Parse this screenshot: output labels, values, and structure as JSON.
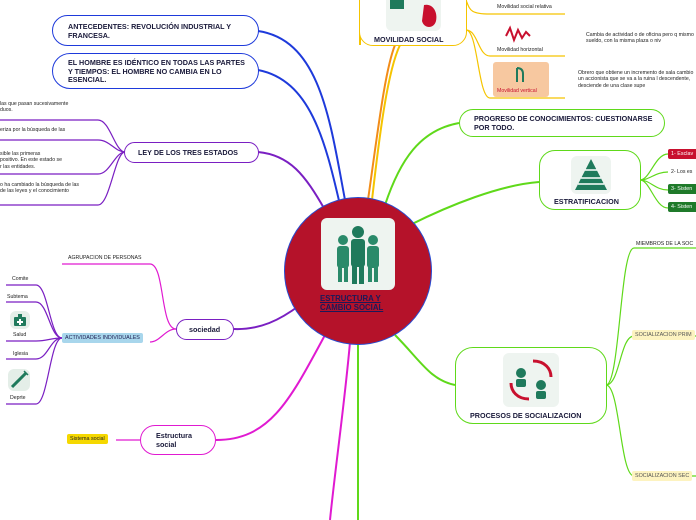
{
  "center": {
    "title": "ESTRUCTURA Y CAMBIO SOCIAL",
    "color": "#b5122a"
  },
  "left": {
    "antecedentes": "ANTECEDENTES: REVOLUCIÓN INDUSTRIAL Y FRANCESA.",
    "hombre": "EL HOMBRE ES IDÉNTICO EN TODAS LAS PARTES Y TIEMPOS: EL HOMBRE NO CAMBIA EN LO ESENCIAL.",
    "ley": "LEY DE LOS TRES ESTADOS",
    "ley_notes": [
      "las que pasan sucesivamente",
      "duos.",
      "eriza por la búsqueda de las",
      "sible las primeras",
      "positivo. En este estado se",
      "r las entidades.",
      "o ha cambiado la búsqueda de las",
      "de las leyes y el conocimiento"
    ],
    "sociedad": "sociedad",
    "agrupacion": "AGRUPACION DE PERSONAS",
    "actividades": "ACTIVIDADES INDIVIDUALES",
    "activities": [
      "Comite",
      "Subtema",
      "Salud",
      "Iglesia",
      "Deprte"
    ],
    "estructura": "Estructura social",
    "sistema": "Sistema social"
  },
  "right": {
    "movilidad": "MOVILIDAD SOCIAL",
    "mov_items": [
      "Movilidad social relativa",
      "Movilidad horizontal",
      "Movilidad vertical"
    ],
    "mov_horizontal_desc": "Cambia de actividad o de oficina pero q mismo sueldo, con la misma plaza o niv",
    "mov_vertical_desc": "Obrero que obtiene un incremento de sala cambio un accionista que se va a la ruina l descendente, desciende de una clase supe",
    "progreso": "PROGRESO DE CONOCIMIENTOS: CUESTIONARSE POR TODO.",
    "estratificacion": "ESTRATIFICACION",
    "strata": [
      "1- Esclav",
      "2- Los es",
      "3- Sisten",
      "4- Sisten"
    ],
    "socializacion": "PROCESOS DE SOCIALIZACION",
    "miembros": "MIEMBROS DE LA SOC",
    "primaria": "SOCIALIZACION PRIM",
    "secundaria": "SOCIALIZACION SEC"
  },
  "colors": {
    "blue": "#1e3adb",
    "purple": "#7a1fc2",
    "green": "#5fd91a",
    "yellow": "#f5c400",
    "magenta": "#e01ad1",
    "orange": "#f28c18"
  },
  "icons": [
    "people-icon",
    "target-icon",
    "tie-icon",
    "pyramid-icon",
    "cycle-icon",
    "medkit-icon",
    "syringe-icon"
  ]
}
